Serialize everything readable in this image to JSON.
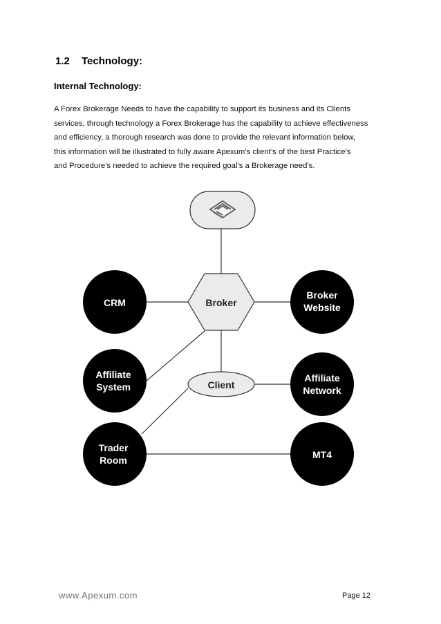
{
  "section": {
    "number": "1.2",
    "title": "Technology:"
  },
  "subheading": "Internal Technology:",
  "paragraph_lines": [
    "A Forex Brokerage Needs to have the capability to support its business and its Clients",
    "services, through technology a Forex Brokerage has the capability to achieve effectiveness",
    "and efficiency, a thorough research was done to provide the relevant information below,",
    "this information will be illustrated to fully aware Apexum’s client’s of the best Practice’s",
    "and Procedure’s needed to achieve the required goal’s a Brokerage need’s."
  ],
  "diagram": {
    "center": "Broker",
    "client": "Client",
    "crm": "CRM",
    "broker_website": [
      "Broker",
      "Website"
    ],
    "affiliate_system": [
      "Affiliate",
      "System"
    ],
    "affiliate_network": [
      "Affiliate",
      "Network"
    ],
    "trader_room": [
      "Trader",
      "Room"
    ],
    "mt4": "MT4",
    "logo_icon": "apexum-logo-icon"
  },
  "footer": {
    "website": "www.Apexum.com",
    "page": "Page 12"
  },
  "colors": {
    "node_fill": "#000000",
    "hub_fill": "#ebebeb",
    "line": "#333333"
  }
}
